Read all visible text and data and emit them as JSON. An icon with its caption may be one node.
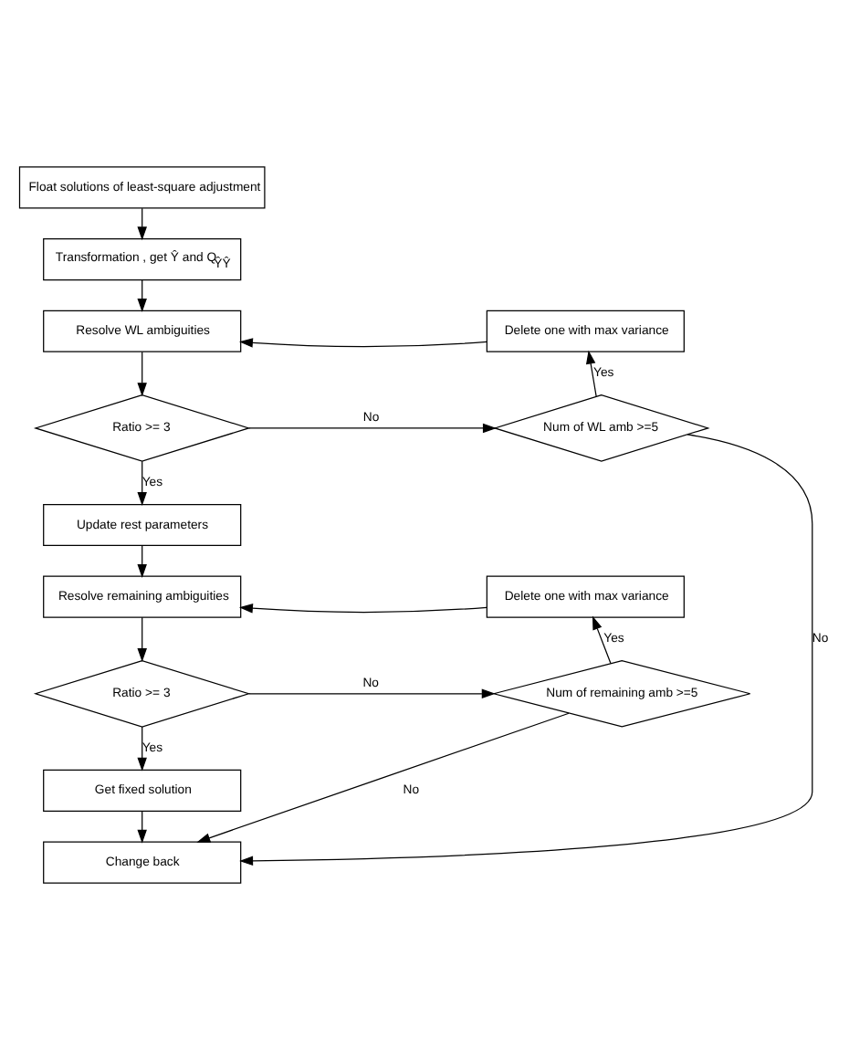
{
  "diagram": {
    "nodes": [
      {
        "text": [
          "Float solutions of least-square adjustment"
        ]
      },
      {
        "text": [
          "Transformation , get Ŷ and Q$_{ŶŶ}$"
        ]
      },
      {
        "text": [
          "Resolve WL ambiguities"
        ]
      },
      {
        "text": [
          "Delete one with max variance"
        ]
      },
      {
        "text": [
          "Ratio >= 3"
        ]
      },
      {
        "text": [
          "Num of WL amb >=5"
        ]
      },
      {
        "text": [
          "Update rest parameters"
        ]
      },
      {
        "text": [
          "Resolve remaining ambiguities"
        ]
      },
      {
        "text": [
          "Delete one with max variance"
        ]
      },
      {
        "text": [
          "Ratio >= 3"
        ]
      },
      {
        "text": [
          "Num of remaining amb >=5"
        ]
      },
      {
        "text": [
          "Get fixed solution"
        ]
      },
      {
        "text": [
          "Change back"
        ]
      }
    ],
    "edges": [
      {
        "from": 0,
        "to": 1,
        "arrow": "to"
      },
      {
        "from": 1,
        "to": 2,
        "arrow": "to"
      },
      {
        "from": 2,
        "to": 4,
        "arrow": "to"
      },
      {
        "from": 4,
        "to": 5,
        "arrow": "to",
        "label": "No"
      },
      {
        "from": 5,
        "to": 3,
        "arrow": "to",
        "label": "Yes"
      },
      {
        "from": 3,
        "to": 2,
        "arrow": "to"
      },
      {
        "from": 5,
        "to": 12,
        "arrow": "to",
        "label": "No"
      },
      {
        "from": 4,
        "to": 6,
        "arrow": "to",
        "label": "Yes"
      },
      {
        "from": 6,
        "to": 7,
        "arrow": "to"
      },
      {
        "from": 7,
        "to": 9,
        "arrow": "to"
      },
      {
        "from": 9,
        "to": 10,
        "arrow": "to",
        "label": "No"
      },
      {
        "from": 10,
        "to": 8,
        "arrow": "to",
        "label": "Yes"
      },
      {
        "from": 8,
        "to": 7,
        "arrow": "to"
      },
      {
        "from": 10,
        "to": 12,
        "arrow": "to",
        "label": "No"
      },
      {
        "from": 9,
        "to": 11,
        "arrow": "to",
        "label": "Yes"
      },
      {
        "from": 11,
        "to": 12,
        "arrow": "to"
      }
    ]
  }
}
